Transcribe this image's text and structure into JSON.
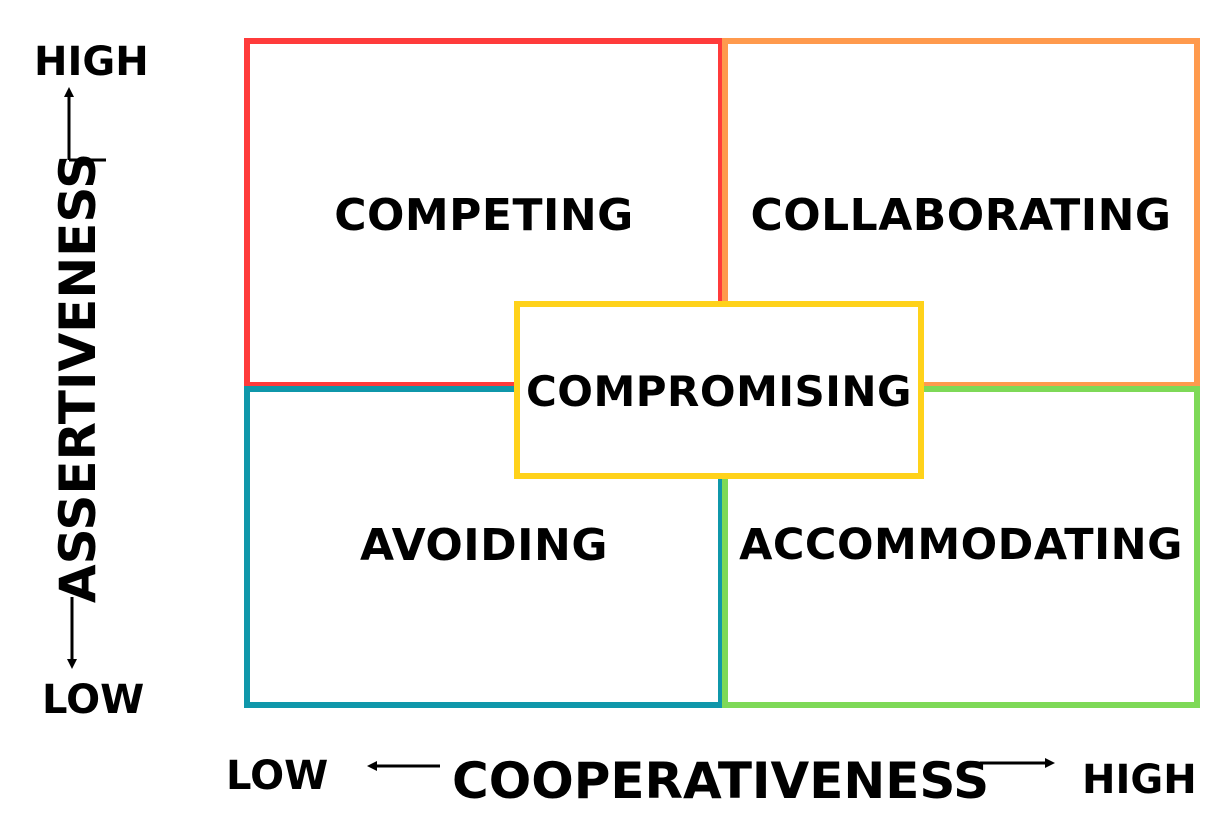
{
  "quadrants": {
    "competing": {
      "label": "COMPETING",
      "color": "#ff3b3b"
    },
    "collaborating": {
      "label": "COLLABORATING",
      "color": "#ff9a4d"
    },
    "avoiding": {
      "label": "AVOIDING",
      "color": "#0f97aa"
    },
    "accommodating": {
      "label": "ACCOMMODATING",
      "color": "#7ed957"
    },
    "compromising": {
      "label": "COMPROMISING",
      "color": "#ffd21a"
    }
  },
  "y_axis": {
    "title": "ASSERTIVENESS",
    "high_label": "HIGH",
    "low_label": "LOW"
  },
  "x_axis": {
    "title": "COOPERATIVENESS",
    "low_label": "LOW",
    "high_label": "HIGH"
  }
}
